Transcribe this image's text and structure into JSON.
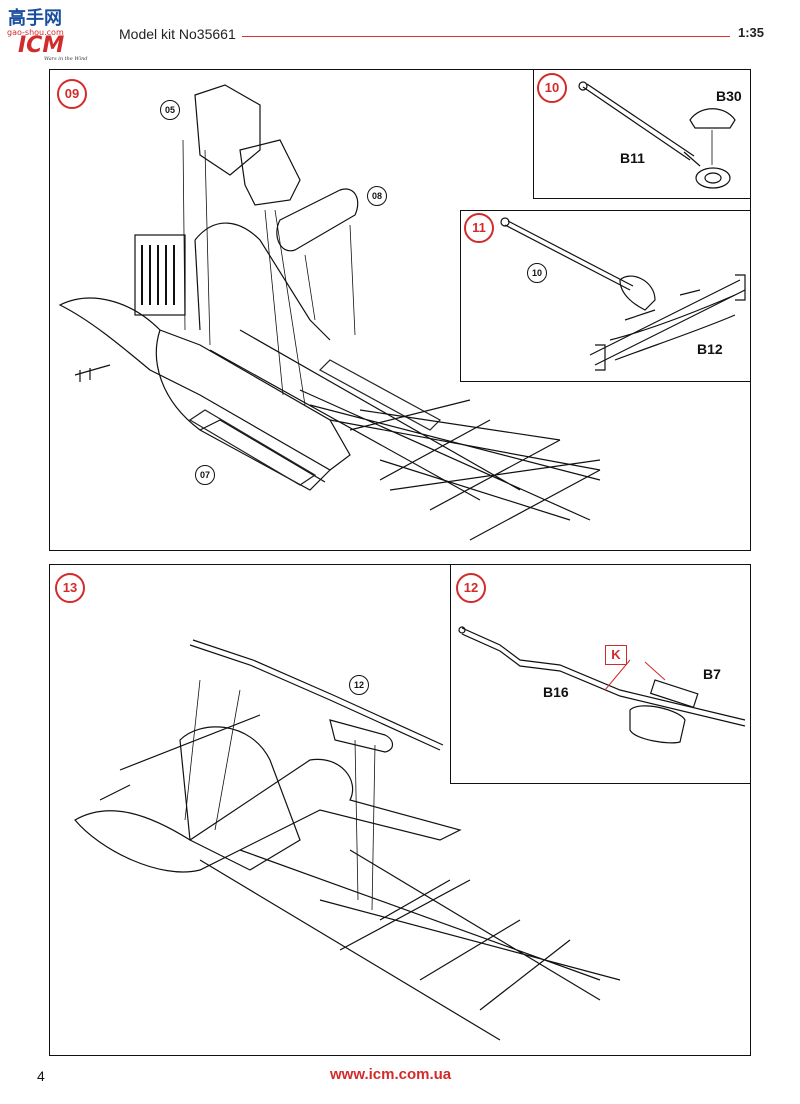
{
  "header": {
    "logo_text": "高手网",
    "logo_url": "gao-shou.com",
    "logo_brand": "ICM",
    "logo_tagline": "Wars in the Wind",
    "title": "Model kit No35661",
    "scale": "1:35"
  },
  "steps": {
    "s09": {
      "number": "09",
      "refs": [
        "05",
        "08",
        "07"
      ]
    },
    "s10": {
      "number": "10",
      "parts": [
        "B30",
        "B11"
      ]
    },
    "s11": {
      "number": "11",
      "refs": [
        "10"
      ],
      "parts": [
        "B12"
      ]
    },
    "s13": {
      "number": "13",
      "refs": [
        "12"
      ]
    },
    "s12": {
      "number": "12",
      "parts": [
        "B7",
        "B16"
      ],
      "marker": "K"
    }
  },
  "footer": {
    "page": "4",
    "url": "www.icm.com.ua"
  },
  "colors": {
    "accent": "#d22b2b",
    "line": "#111111"
  }
}
